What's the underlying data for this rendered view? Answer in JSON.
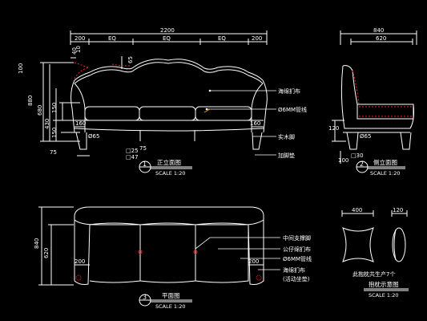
{
  "front_view": {
    "dims_top": {
      "total": "2200",
      "seg_200a": "200",
      "seg_eq1": "EQ",
      "seg_eq2": "EQ",
      "seg_eq3": "EQ",
      "seg_200b": "200"
    },
    "dims_small": {
      "d40": "40",
      "d10": "10",
      "d65": "65"
    },
    "dims_left": {
      "d100": "100",
      "d880": "880",
      "d680": "680",
      "d430": "430",
      "d150": "150",
      "d75": "75",
      "d160a": "160",
      "d150b": "150"
    },
    "dims_inner": {
      "d160a": "160",
      "d160b": "160",
      "d65dia": "Ø65",
      "d25": "□25",
      "d47": "□47",
      "d75b": "75"
    },
    "notes": [
      "海绵扪布",
      "Ø6MM管线",
      "实木脚",
      "加脚垫"
    ],
    "title": {
      "num": "1",
      "name": "正立面图",
      "scale": "SCALE 1:20"
    }
  },
  "side_view": {
    "dims_top": {
      "total": "840",
      "inner": "620"
    },
    "dims_left": {
      "d120": "120"
    },
    "dims_inner": {
      "d65dia": "Ø65",
      "d30": "□30",
      "d100": "100"
    },
    "title": {
      "num": "2",
      "name": "侧立面图",
      "scale": "SCALE 1:20"
    }
  },
  "plan_view": {
    "dims_left": {
      "d840": "840",
      "d620": "620"
    },
    "dims_inner": {
      "d200a": "200",
      "d200b": "200"
    },
    "notes": [
      "中间支撑脚",
      "公仔绵扪布",
      "Ø6MM管线",
      "海绵扪布",
      "(活动坐垫)"
    ],
    "title": {
      "num": "3",
      "name": "平面图",
      "scale": "SCALE 1:20"
    }
  },
  "pillow": {
    "dims": {
      "w400": "400",
      "w120": "120"
    },
    "note": "此抱枕共生产7个",
    "title": {
      "name": "抱枕示意图",
      "scale": "SCALE 1:20"
    }
  },
  "colors": {
    "background": "#000000",
    "line": "#ffffff",
    "accent_red": "#e03030",
    "leader": "#ff9900"
  }
}
